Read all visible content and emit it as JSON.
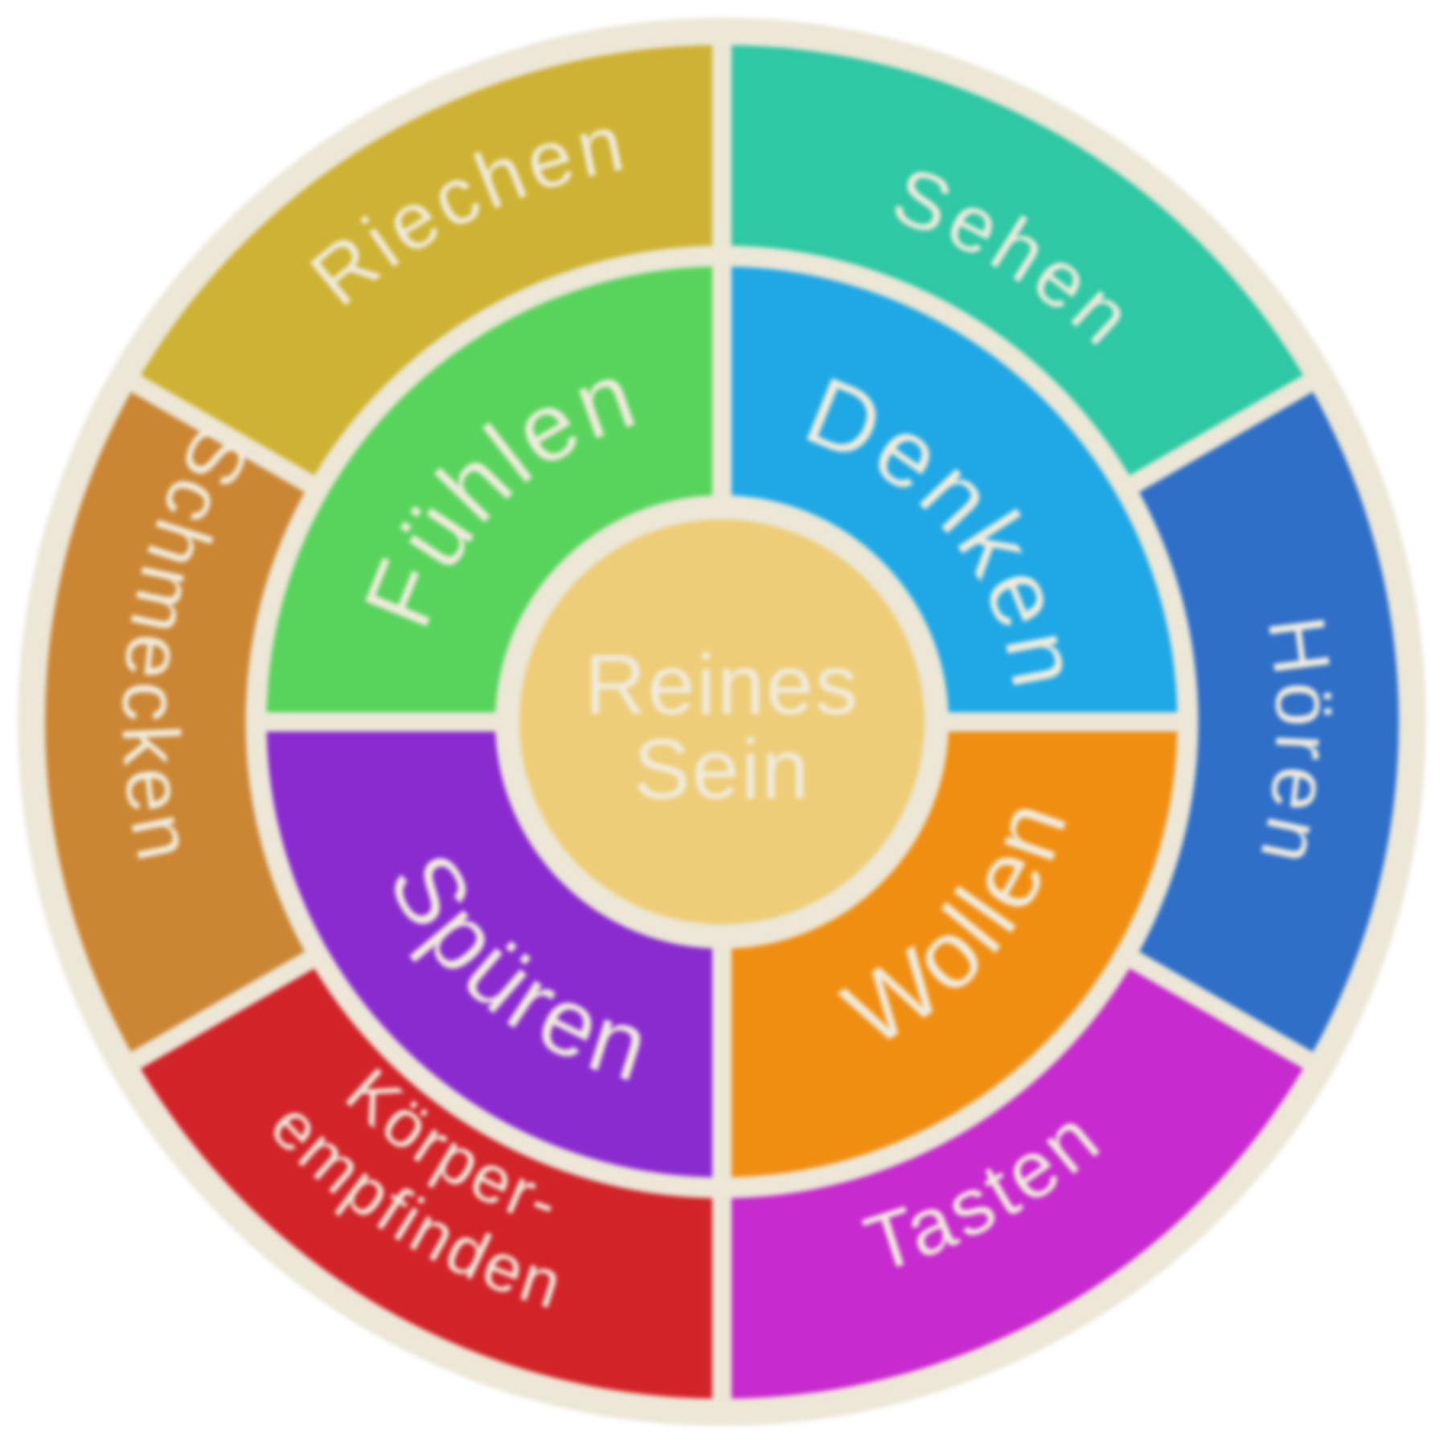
{
  "background_color": "#FFFFFF",
  "divider_color": "#ECE7D7",
  "label_color": "#F0EBDC",
  "center": {
    "lines": [
      "Reines",
      "Sein"
    ],
    "color": "#EECD78"
  },
  "inner_ring": {
    "segments": [
      {
        "id": "fuehlen",
        "label": "Fühlen",
        "color": "#58D45C",
        "start_angle": 90,
        "end_angle": 180,
        "label_angle": 134,
        "label_radius": 385,
        "flipped": false
      },
      {
        "id": "denken",
        "label": "Denken",
        "color": "#1FA8E5",
        "start_angle": 0,
        "end_angle": 90,
        "label_angle": 40,
        "label_radius": 365,
        "flipped": false
      },
      {
        "id": "wollen",
        "label": "Wollen",
        "color": "#F08E12",
        "start_angle": -90,
        "end_angle": 0,
        "label_angle": -40,
        "label_radius": 445,
        "flipped": true
      },
      {
        "id": "spueren",
        "label": "Spüren",
        "color": "#8A2BD0",
        "start_angle": 180,
        "end_angle": 270,
        "label_angle": -129,
        "label_radius": 460,
        "flipped": true
      }
    ]
  },
  "outer_ring": {
    "segments": [
      {
        "id": "riechen",
        "label": "Riechen",
        "color": "#CEB233",
        "start_angle": 90,
        "end_angle": 150,
        "label_angle": 116,
        "label_radius": 698,
        "flipped": false
      },
      {
        "id": "sehen",
        "label": "Sehen",
        "color": "#2EC8A4",
        "start_angle": 30,
        "end_angle": 90,
        "label_angle": 58,
        "label_radius": 660,
        "flipped": false
      },
      {
        "id": "hoeren",
        "label": "Hören",
        "color": "#2F6FC8",
        "start_angle": -30,
        "end_angle": 30,
        "label_angle": -2,
        "label_radius": 690,
        "flipped": false
      },
      {
        "id": "tasten",
        "label": "Tasten",
        "color": "#C72ACE",
        "start_angle": -90,
        "end_angle": -30,
        "label_angle": -61,
        "label_radius": 712,
        "flipped": true
      },
      {
        "id": "koerperempfinden",
        "label_lines": [
          "Körper-",
          "empfinden"
        ],
        "color": "#D22329",
        "start_angle": -150,
        "end_angle": -90,
        "label_angle": -122,
        "label_radii": [
          665,
          760
        ],
        "flipped": true
      },
      {
        "id": "schmecken",
        "label": "Schmecken",
        "color": "#CB8634",
        "start_angle": 150,
        "end_angle": 210,
        "label_angle": 172,
        "label_radius": 745,
        "flipped": true
      }
    ]
  }
}
